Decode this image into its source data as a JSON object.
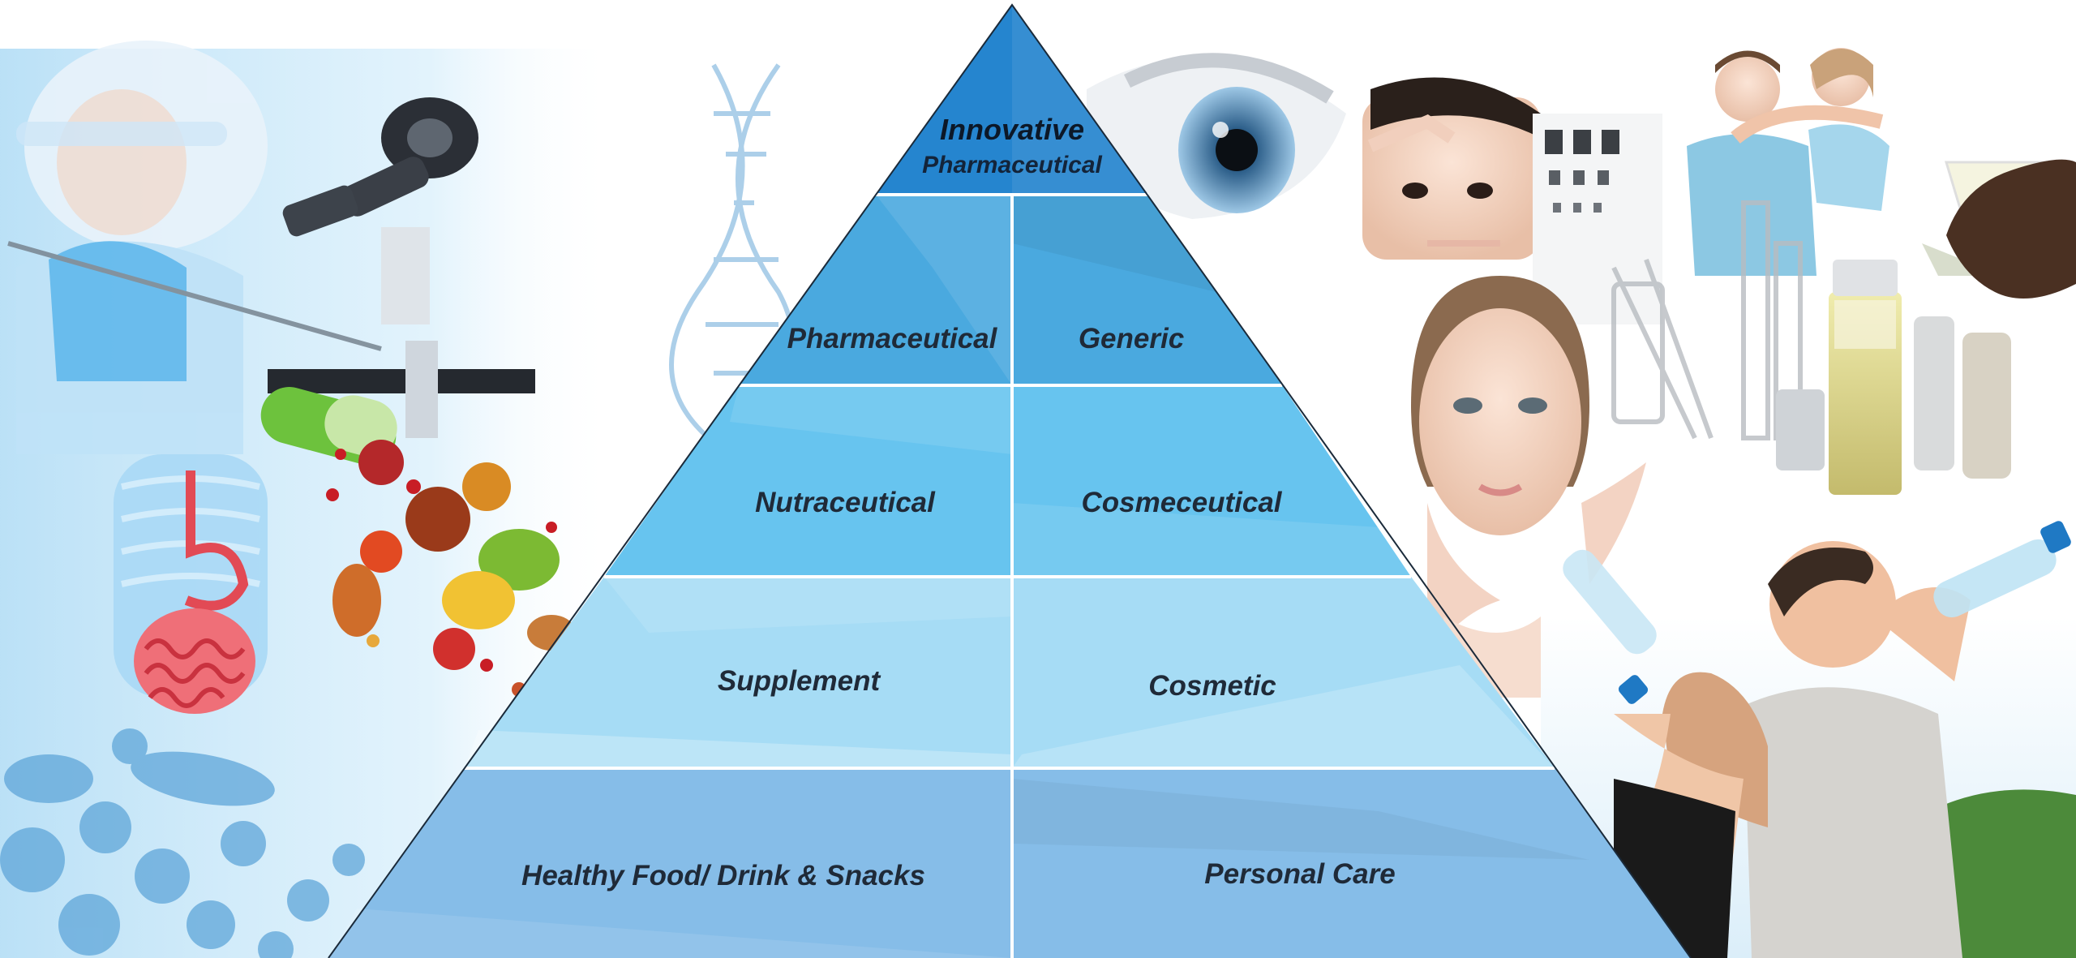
{
  "pyramid": {
    "apex": {
      "title": "Innovative",
      "subtitle": "Pharmaceutical",
      "color": "#2585cf"
    },
    "tiers": [
      {
        "left": "Pharmaceutical",
        "right": "Generic",
        "color": "#4aa9df"
      },
      {
        "left": "Nutraceutical",
        "right": "Cosmeceutical",
        "color": "#67c4ef"
      },
      {
        "left": "Supplement",
        "right": "Cosmetic",
        "color": "#a6dcf5"
      },
      {
        "left": "Healthy Food/ Drink & Snacks",
        "right": "Personal Care",
        "color": "#86bde8"
      }
    ],
    "divider_color": "#ffffff",
    "outline_color": "#1a2a3a",
    "label_color": "#1f2a38"
  },
  "photos": {
    "left": [
      "lab-scientist",
      "microscope",
      "dna-helix",
      "digestive-system",
      "fruits-and-capsules",
      "bacteria-cells"
    ],
    "right": [
      "eye-closeup",
      "woman-eye-frame",
      "eye-chart",
      "happy-couple",
      "lab-glassware",
      "skincare-model",
      "couple-drinking-water"
    ]
  }
}
